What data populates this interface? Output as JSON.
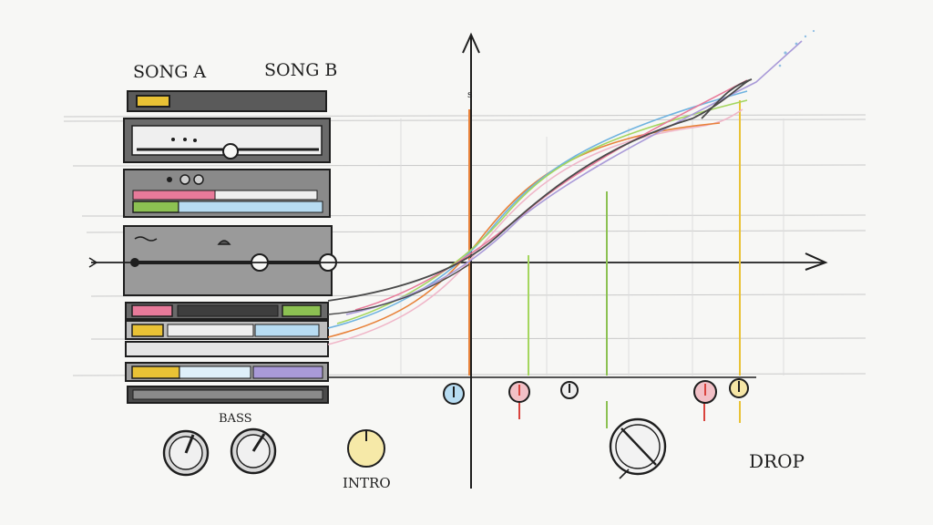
{
  "labels": {
    "song_a": "SONG A",
    "song_b": "SONG B",
    "axis_y_mark": "s",
    "bass": "BASS",
    "intro": "INTRO",
    "drop": "DROP"
  },
  "colors": {
    "ink": "#1e1e1e",
    "paper": "#f7f7f5",
    "yellow": "#e9c235",
    "green": "#8cc152",
    "pink": "#e87a9a",
    "blue": "#6fb3e0",
    "purple": "#a99ad8",
    "orange": "#e8823a",
    "red": "#d9433d",
    "lime": "#a4d65e"
  },
  "icons": {
    "knob": "knob-icon",
    "arrow": "arrow-icon",
    "fader": "fader-icon"
  }
}
